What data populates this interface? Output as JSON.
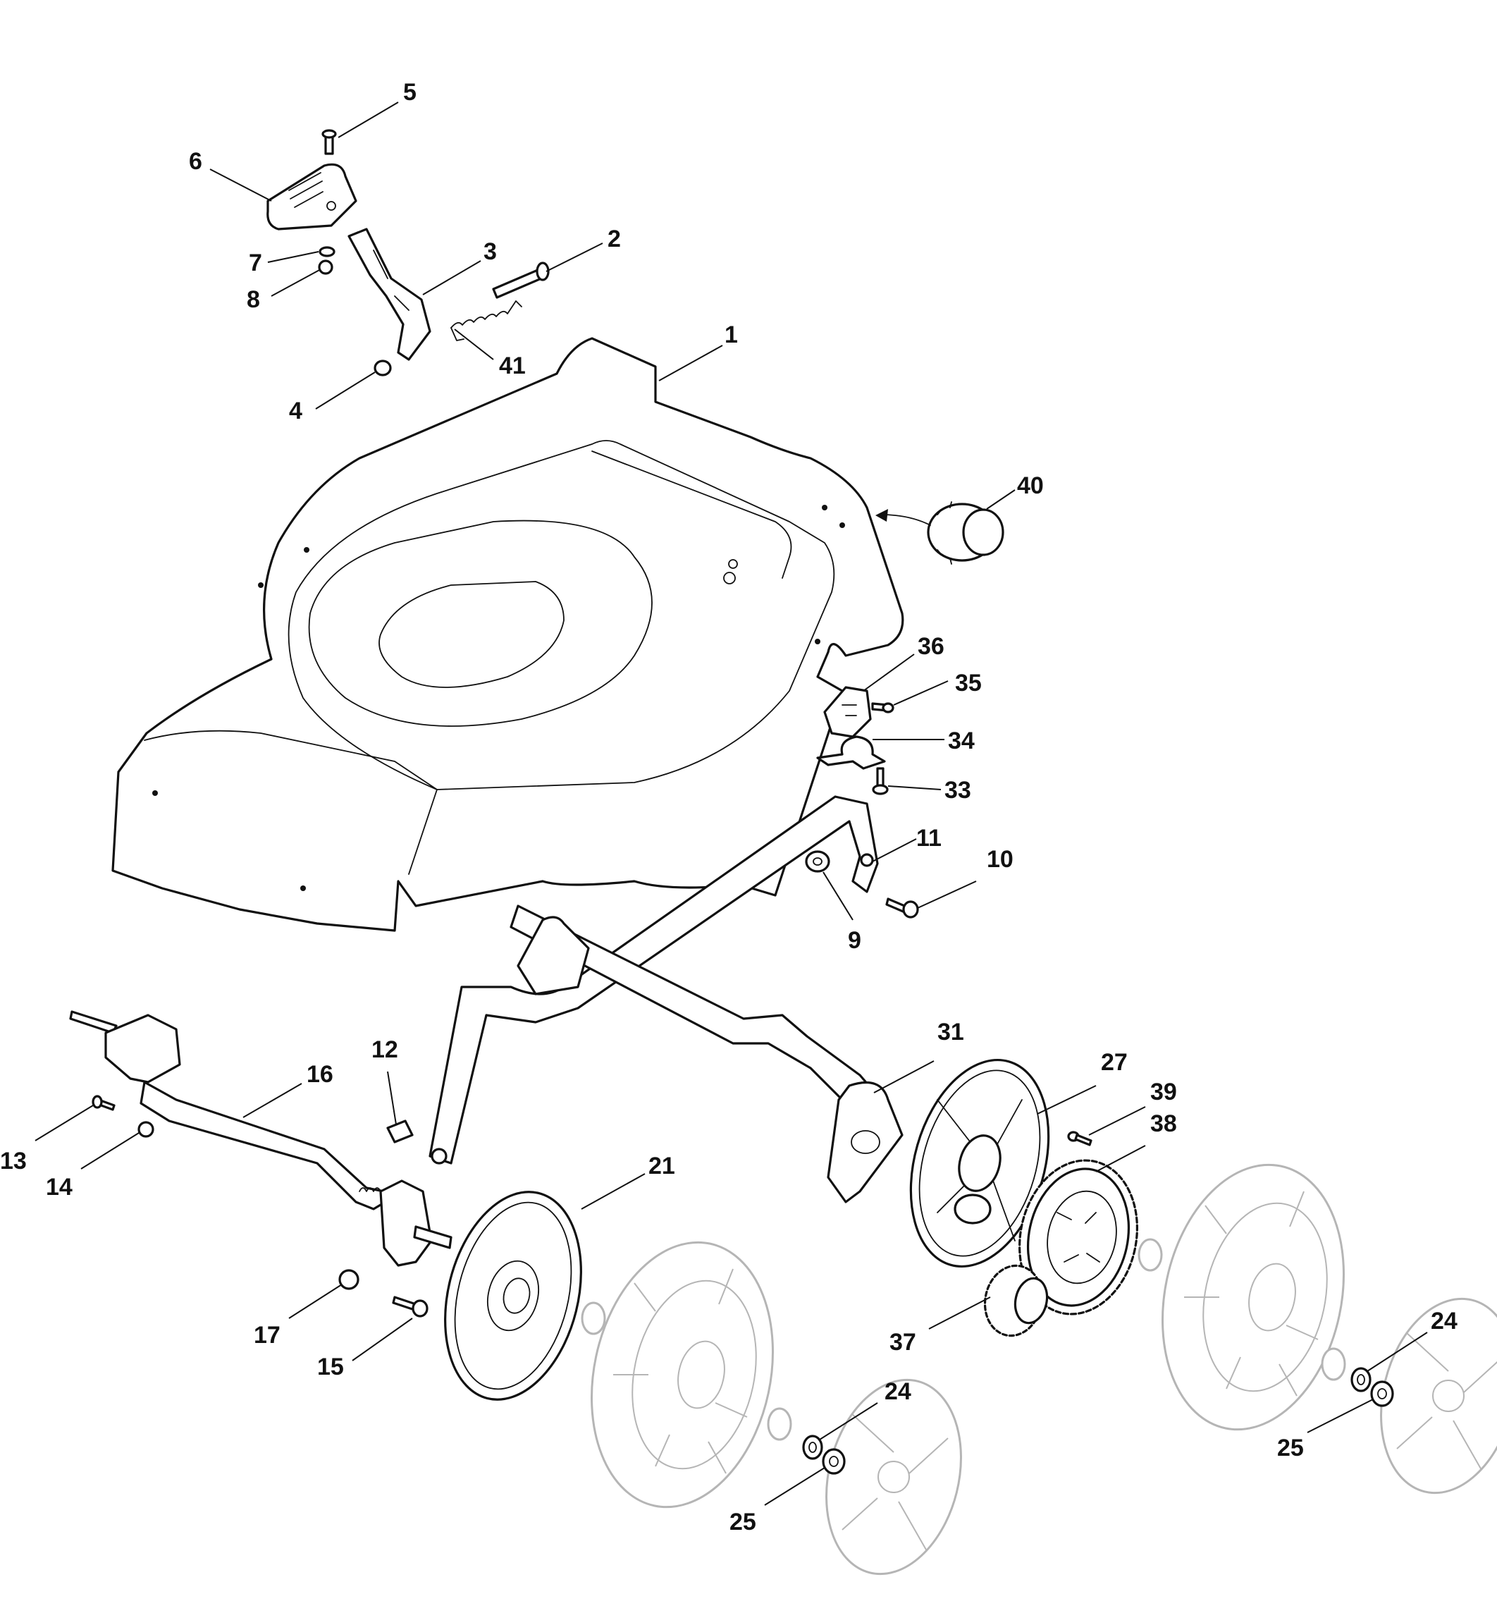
{
  "callouts": [
    {
      "id": "c5",
      "text": "5"
    },
    {
      "id": "c6",
      "text": "6"
    },
    {
      "id": "c3",
      "text": "3"
    },
    {
      "id": "c2",
      "text": "2"
    },
    {
      "id": "c7",
      "text": "7"
    },
    {
      "id": "c8",
      "text": "8"
    },
    {
      "id": "c1",
      "text": "1"
    },
    {
      "id": "c41",
      "text": "41"
    },
    {
      "id": "c4",
      "text": "4"
    },
    {
      "id": "c40",
      "text": "40"
    },
    {
      "id": "c36",
      "text": "36"
    },
    {
      "id": "c35",
      "text": "35"
    },
    {
      "id": "c34",
      "text": "34"
    },
    {
      "id": "c33",
      "text": "33"
    },
    {
      "id": "c11",
      "text": "11"
    },
    {
      "id": "c10",
      "text": "10"
    },
    {
      "id": "c9",
      "text": "9"
    },
    {
      "id": "c31",
      "text": "31"
    },
    {
      "id": "c12",
      "text": "12"
    },
    {
      "id": "c16",
      "text": "16"
    },
    {
      "id": "c13",
      "text": "13"
    },
    {
      "id": "c14",
      "text": "14"
    },
    {
      "id": "c27",
      "text": "27"
    },
    {
      "id": "c39",
      "text": "39"
    },
    {
      "id": "c38",
      "text": "38"
    },
    {
      "id": "c21",
      "text": "21"
    },
    {
      "id": "c17",
      "text": "17"
    },
    {
      "id": "c15",
      "text": "15"
    },
    {
      "id": "c37",
      "text": "37"
    },
    {
      "id": "c24a",
      "text": "24"
    },
    {
      "id": "c24b",
      "text": "24"
    },
    {
      "id": "c25a",
      "text": "25"
    },
    {
      "id": "c25b",
      "text": "25"
    }
  ]
}
